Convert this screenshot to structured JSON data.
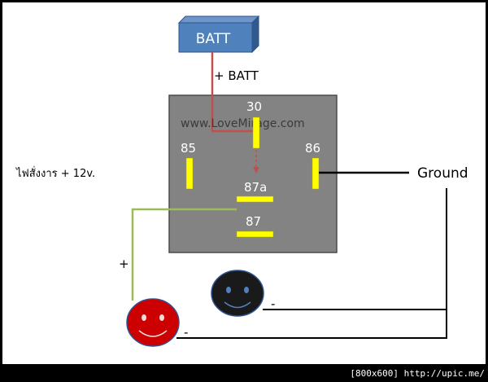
{
  "diagram": {
    "battery_label": "BATT",
    "plus_batt_label": "+ BATT",
    "watermark": "www.LoveMirage.com",
    "pins": {
      "p30": "30",
      "p85": "85",
      "p86": "86",
      "p87a": "87a",
      "p87": "87"
    },
    "signal_label": "ไฟสั่งงาร + 12v.",
    "ground_label": "Ground",
    "plus_sign": "+",
    "minus_red": "-",
    "minus_black": "-"
  },
  "footer": {
    "credit": "[800x600] http://upic.me/"
  },
  "colors": {
    "relay_body": "#838383",
    "pin": "#ffff00",
    "battery": "#4f81bd",
    "red_wire": "#c0504d",
    "green_wire": "#9bbb59",
    "red_face": "#cc0000",
    "black_face": "#1a1a1a"
  }
}
